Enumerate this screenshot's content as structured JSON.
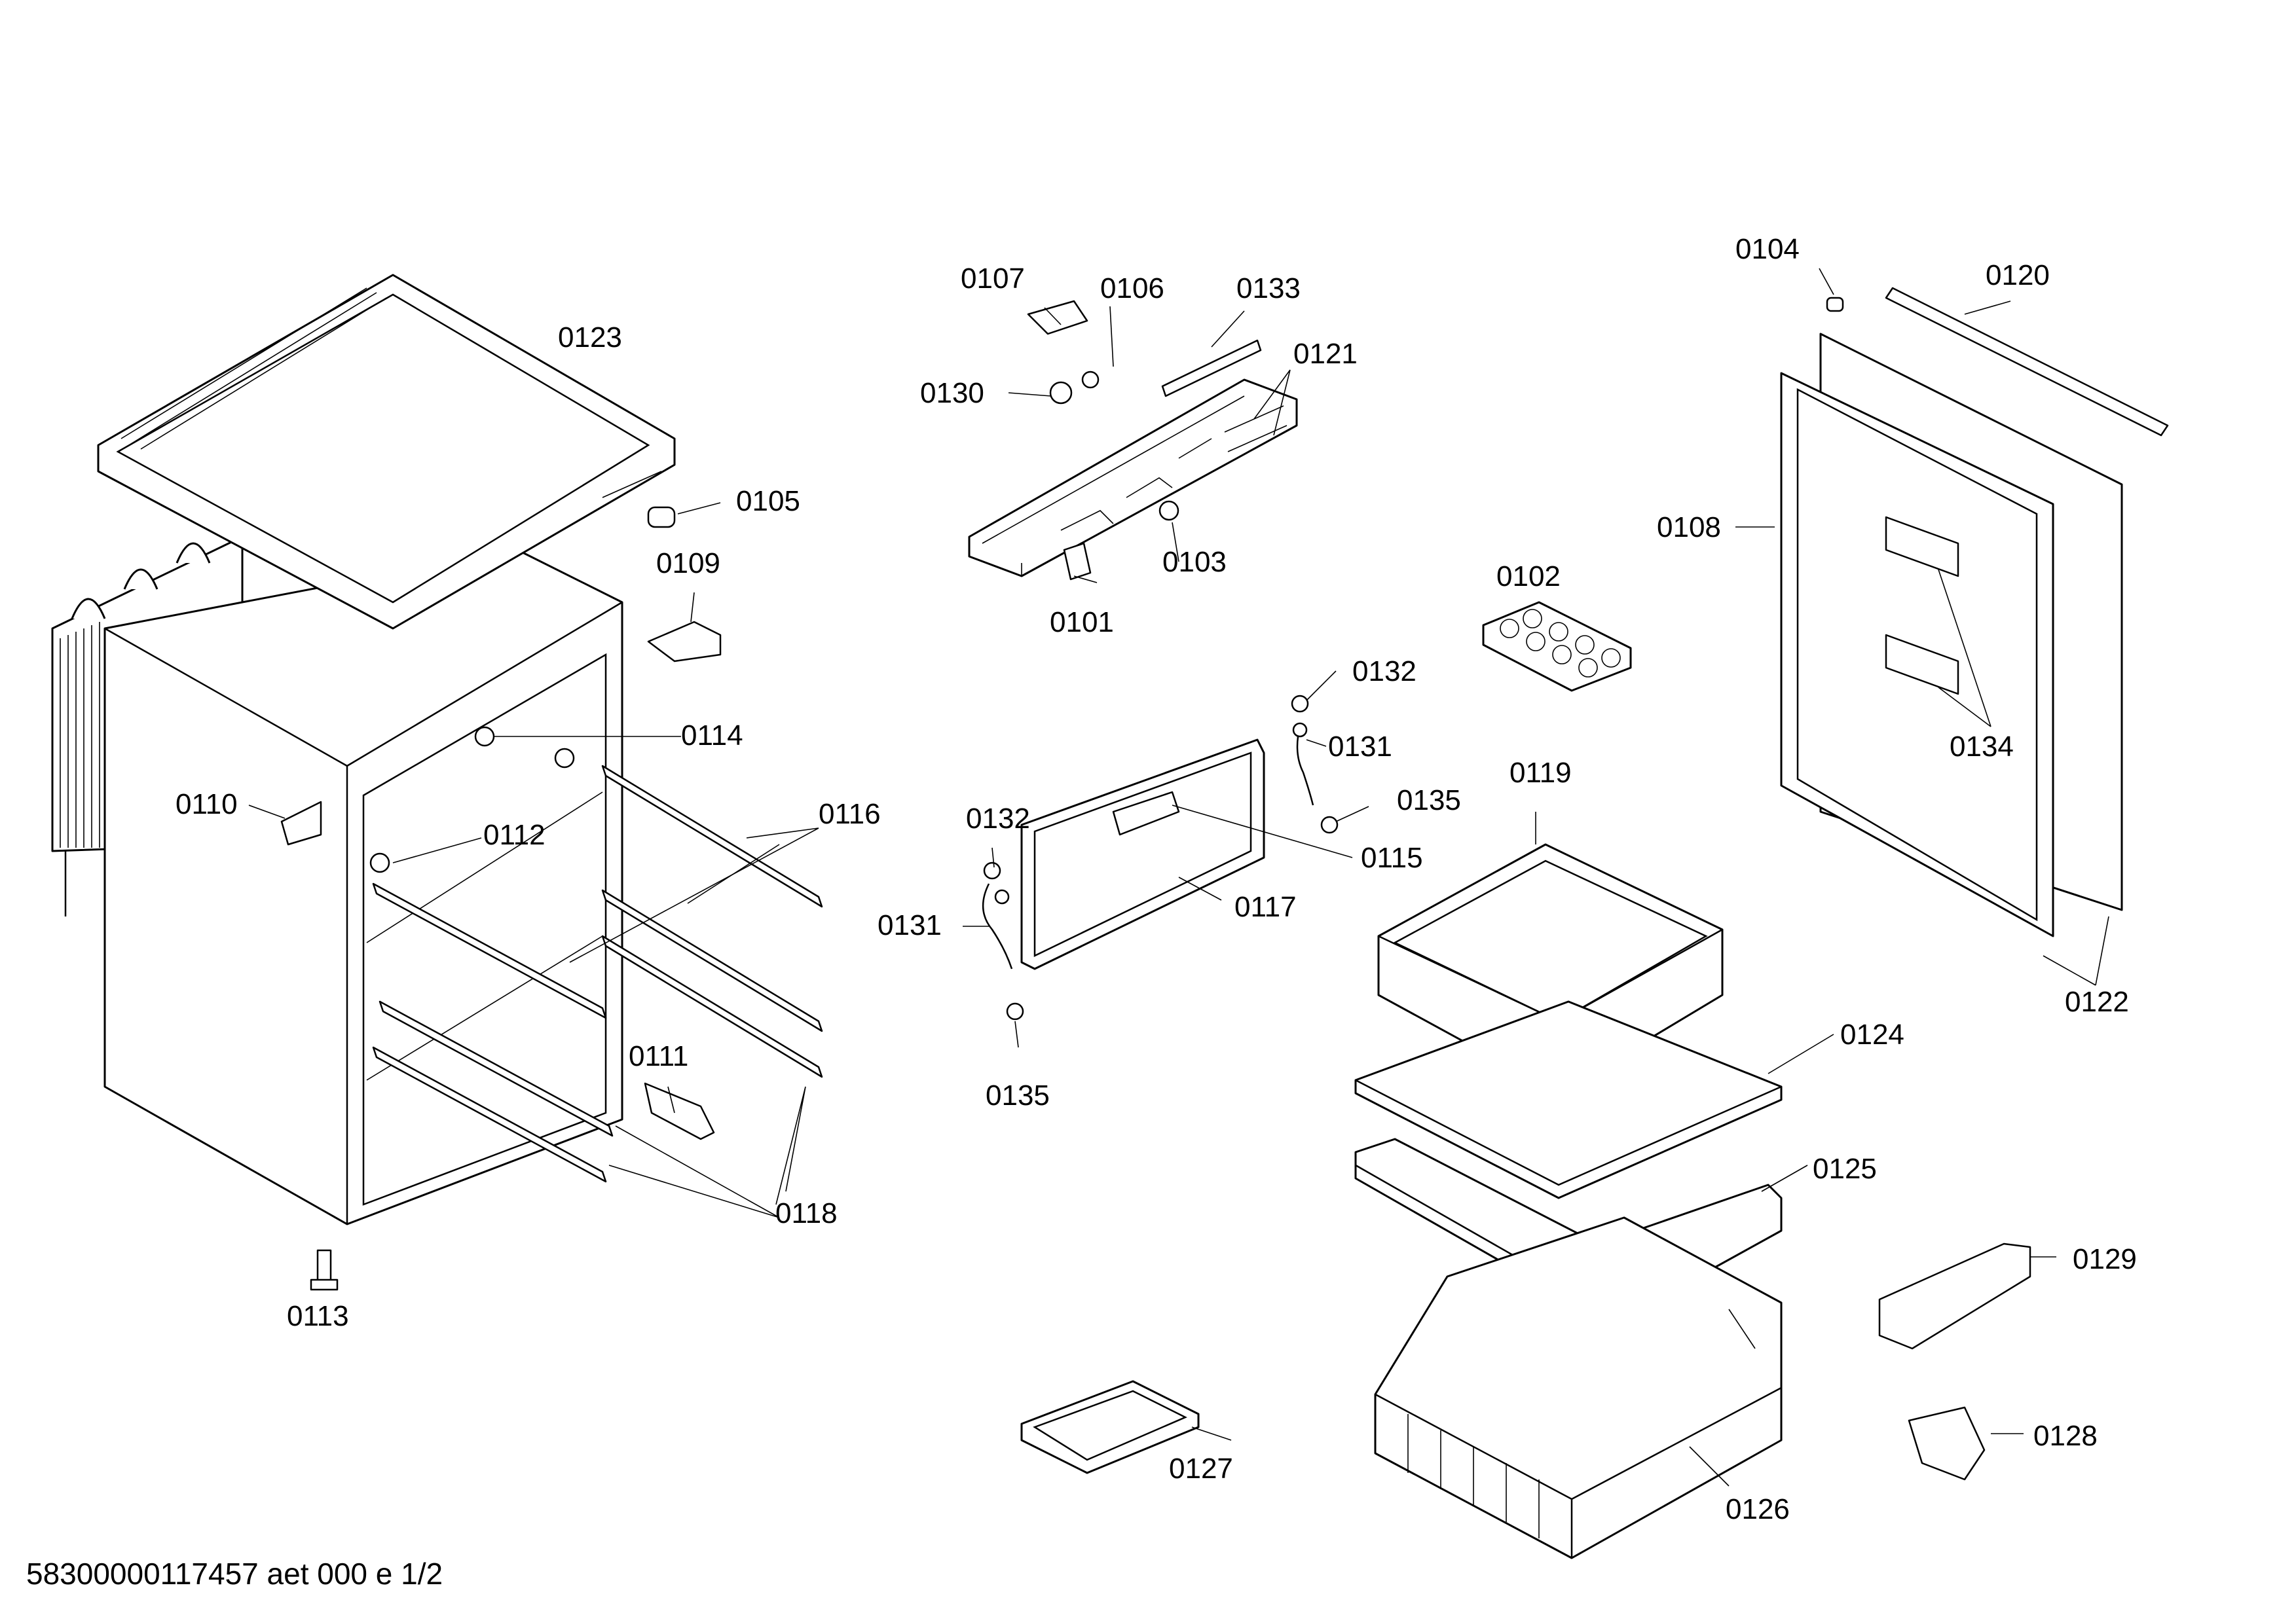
{
  "diagram": {
    "labels": {
      "p0101": "0101",
      "p0102": "0102",
      "p0103": "0103",
      "p0104": "0104",
      "p0105": "0105",
      "p0106": "0106",
      "p0107": "0107",
      "p0108": "0108",
      "p0109": "0109",
      "p0110": "0110",
      "p0111": "0111",
      "p0112": "0112",
      "p0113": "0113",
      "p0114": "0114",
      "p0115": "0115",
      "p0116": "0116",
      "p0117": "0117",
      "p0118": "0118",
      "p0119": "0119",
      "p0120": "0120",
      "p0121": "0121",
      "p0122": "0122",
      "p0123": "0123",
      "p0124": "0124",
      "p0125": "0125",
      "p0126": "0126",
      "p0127": "0127",
      "p0128": "0128",
      "p0129": "0129",
      "p0130": "0130",
      "p0131a": "0131",
      "p0131b": "0131",
      "p0132a": "0132",
      "p0132b": "0132",
      "p0133": "0133",
      "p0134": "0134",
      "p0135a": "0135",
      "p0135b": "0135"
    },
    "footer": "58300000117457 aet 000 e 1/2"
  }
}
